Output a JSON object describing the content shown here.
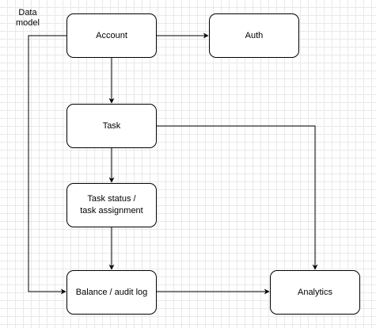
{
  "diagram": {
    "label": "Data\nmodel",
    "nodes": {
      "account": "Account",
      "auth": "Auth",
      "task": "Task",
      "task_status": "Task status /\ntask assignment",
      "balance": "Balance / audit log",
      "analytics": "Analytics"
    }
  },
  "colors": {
    "stroke": "#000000",
    "node_fill": "#ffffff",
    "grid": "#e9e9e9"
  }
}
